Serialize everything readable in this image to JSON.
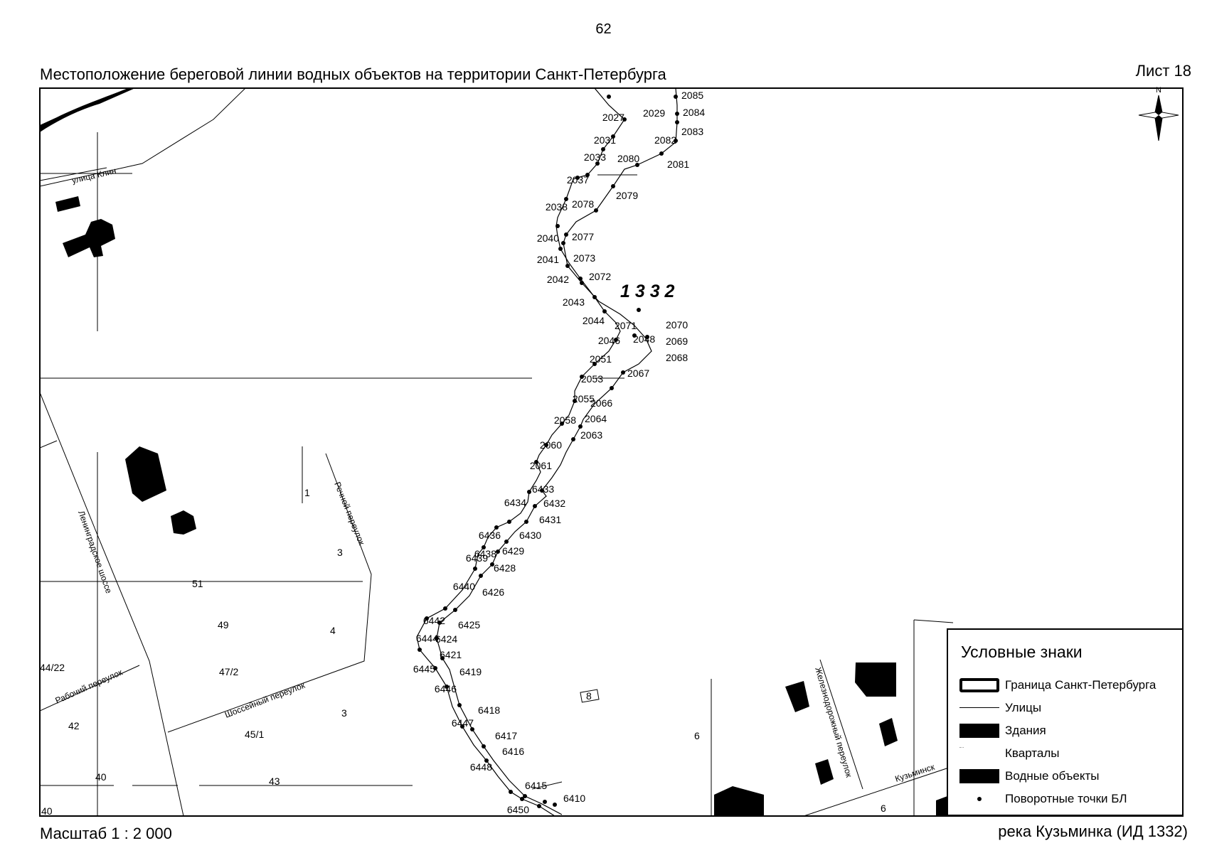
{
  "header": {
    "page_number": "62",
    "title": "Местоположение береговой линии водных объектов на территории Санкт-Петербурга",
    "sheet": "Лист 18"
  },
  "footer": {
    "scale": "Масштаб 1 : 2 000",
    "river": "река Кузьминка (ИД 1332)"
  },
  "map": {
    "object_id": "1 3 3 2",
    "north_arrow_label": "N",
    "streets": [
      "улица Клин",
      "Речной переулок",
      "Ленинградское шоссе",
      "Рабочий переулок",
      "Шоссейный переулок",
      "Железнодорожный переулок",
      "Кузьминск"
    ],
    "block_numbers": [
      "1",
      "3",
      "51",
      "49",
      "4",
      "44/22",
      "47/2",
      "3",
      "42",
      "45/1",
      "40",
      "43",
      "40",
      "8",
      "6",
      "6"
    ],
    "left_bank_points": [
      "2027",
      "2031",
      "2033",
      "2037",
      "2038",
      "2040",
      "2041",
      "2042",
      "2043",
      "2044",
      "2046",
      "2051",
      "2053",
      "2055",
      "2058",
      "2060",
      "2061",
      "6434",
      "6436",
      "6438",
      "6439",
      "6440",
      "6442",
      "6444",
      "6445",
      "6446",
      "6447",
      "6448",
      "6450"
    ],
    "right_bank_points": [
      "2085",
      "2029",
      "2084",
      "2083",
      "2082",
      "2080",
      "2081",
      "2079",
      "2078",
      "2077",
      "2073",
      "2072",
      "2071",
      "2070",
      "2048",
      "2069",
      "2068",
      "2067",
      "2066",
      "2064",
      "2063",
      "6433",
      "6432",
      "6431",
      "6430",
      "6429",
      "6428",
      "6426",
      "6425",
      "6424",
      "6421",
      "6419",
      "6418",
      "6417",
      "6416",
      "6415",
      "6410"
    ]
  },
  "legend": {
    "title": "Условные знаки",
    "items": [
      {
        "label": "Граница Санкт-Петербурга",
        "symbol": "border"
      },
      {
        "label": "Улицы",
        "symbol": "street"
      },
      {
        "label": "Здания",
        "symbol": "building"
      },
      {
        "label": "Кварталы",
        "symbol": "block"
      },
      {
        "label": "Водные объекты",
        "symbol": "water"
      },
      {
        "label": "Поворотные точки БЛ",
        "symbol": "point"
      }
    ]
  }
}
